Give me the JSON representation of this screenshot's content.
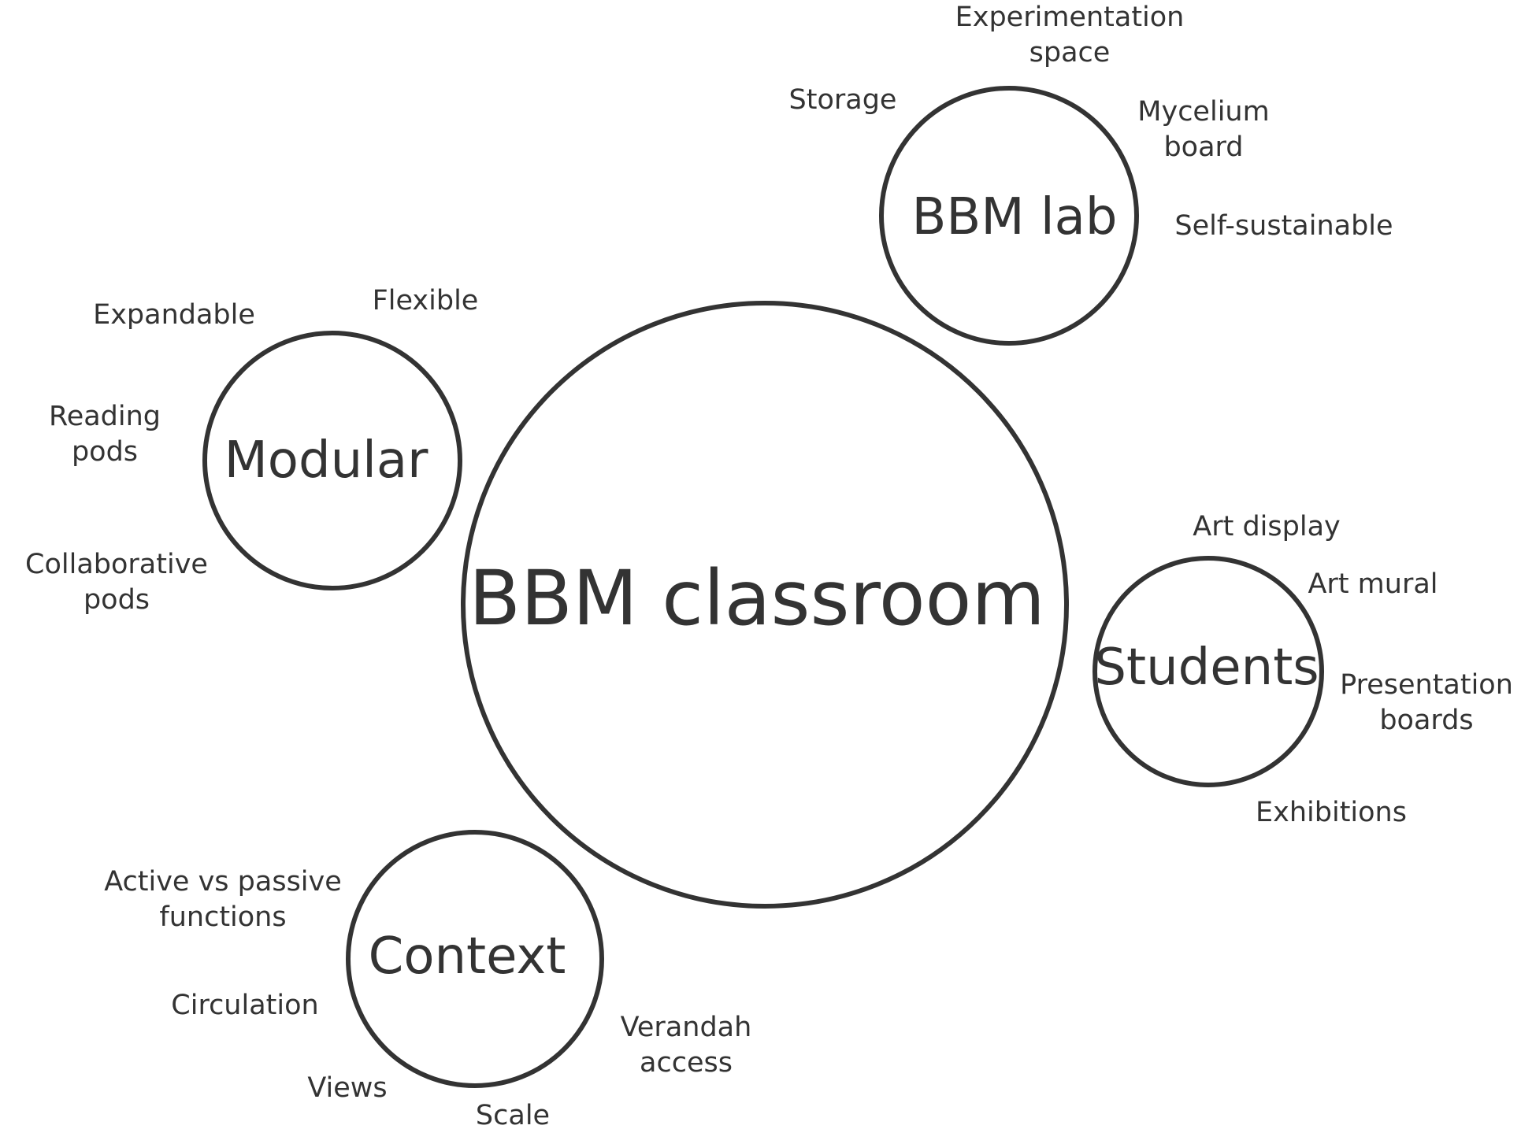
{
  "diagram": {
    "center": {
      "title": "BBM classroom"
    },
    "lab": {
      "title": "BBM lab",
      "labels": [
        "Experimentation",
        "space",
        "Storage",
        "Mycelium",
        "board",
        "Self-sustainable"
      ]
    },
    "modular": {
      "title": "Modular",
      "labels": [
        "Expandable",
        "Flexible",
        "Reading",
        "pods",
        "Collaborative",
        "pods"
      ]
    },
    "students": {
      "title": "Students",
      "labels": [
        "Art display",
        "Art mural",
        "Presentation",
        "boards",
        "Exhibitions"
      ]
    },
    "context": {
      "title": "Context",
      "labels": [
        "Active vs passive",
        "functions",
        "Circulation",
        "Views",
        "Scale",
        "Verandah",
        "access"
      ]
    }
  }
}
